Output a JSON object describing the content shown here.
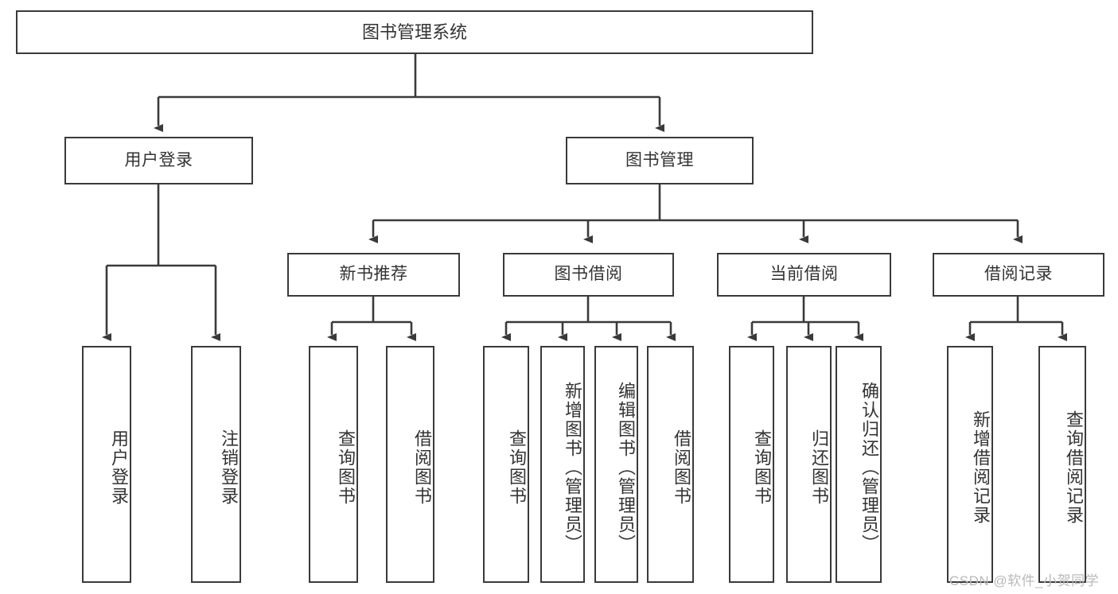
{
  "diagram": {
    "title": "图书管理系统",
    "type": "tree-hierarchy-diagram",
    "root": {
      "id": "root",
      "label": "图书管理系统"
    },
    "level1": [
      {
        "id": "user-login",
        "label": "用户登录"
      },
      {
        "id": "book-management",
        "label": "图书管理"
      }
    ],
    "level2": [
      {
        "id": "new-book-recommend",
        "label": "新书推荐",
        "parent": "book-management"
      },
      {
        "id": "book-borrow",
        "label": "图书借阅",
        "parent": "book-management"
      },
      {
        "id": "current-borrow",
        "label": "当前借阅",
        "parent": "book-management"
      },
      {
        "id": "borrow-record",
        "label": "借阅记录",
        "parent": "book-management"
      }
    ],
    "leaves": {
      "user_login": [
        {
          "id": "leaf-user-login",
          "label": "用户登录"
        },
        {
          "id": "leaf-logout-login",
          "label": "注销登录"
        }
      ],
      "new_book_recommend": [
        {
          "id": "leaf-query-book-1",
          "label": "查询图书"
        },
        {
          "id": "leaf-borrow-book-1",
          "label": "借阅图书"
        }
      ],
      "book_borrow": [
        {
          "id": "leaf-query-book-2",
          "label": "查询图书"
        },
        {
          "id": "leaf-add-book",
          "label": "新增图书（管理员）"
        },
        {
          "id": "leaf-edit-book",
          "label": "编辑图书（管理员）"
        },
        {
          "id": "leaf-borrow-book-2",
          "label": "借阅图书"
        }
      ],
      "current_borrow": [
        {
          "id": "leaf-query-book-3",
          "label": "查询图书"
        },
        {
          "id": "leaf-return-book",
          "label": "归还图书"
        },
        {
          "id": "leaf-confirm-return",
          "label": "确认归还（管理员）"
        }
      ],
      "borrow_record": [
        {
          "id": "leaf-add-record",
          "label": "新增借阅记录"
        },
        {
          "id": "leaf-query-record",
          "label": "查询借阅记录"
        }
      ]
    }
  },
  "watermark": {
    "text": "CSDN @软件_小贺同学"
  },
  "colors": {
    "stroke": "#3a3a3a",
    "text": "#333333",
    "background": "#ffffff",
    "watermark": "#b9b9b9"
  }
}
